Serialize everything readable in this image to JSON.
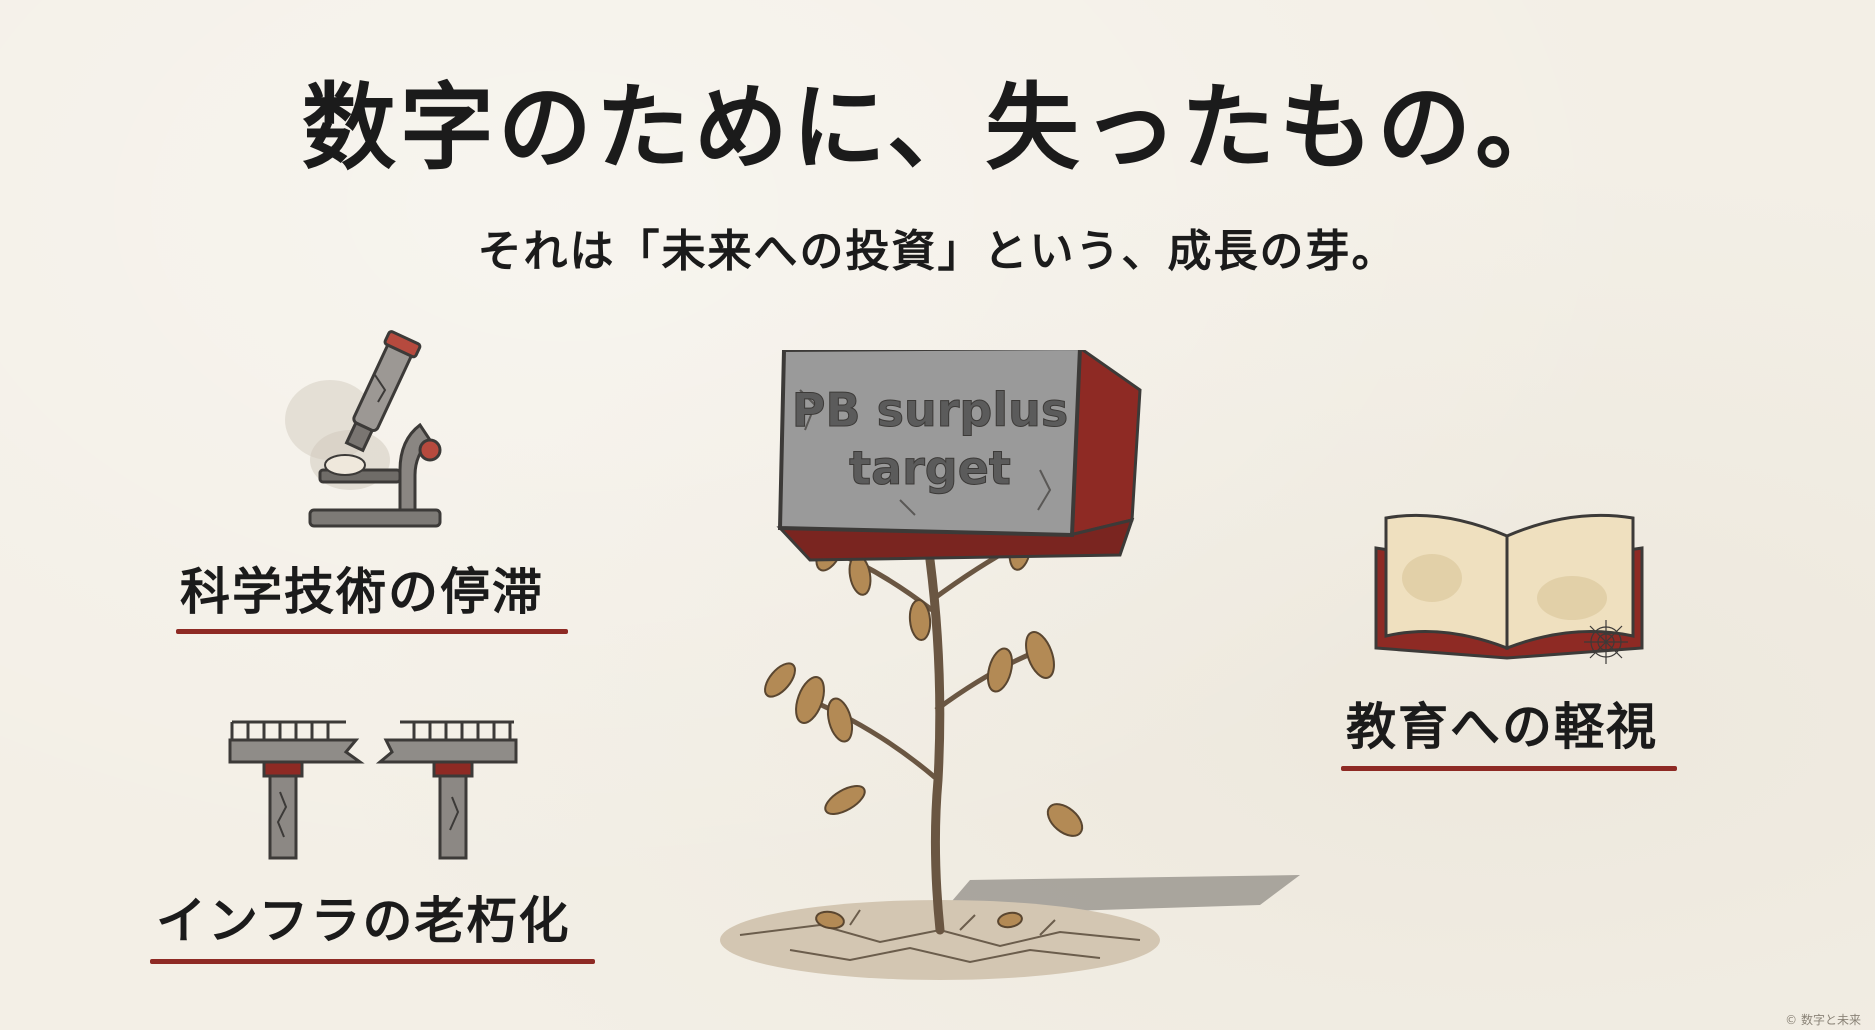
{
  "title": "数字のために、失ったもの。",
  "subtitle": "それは「未来への投資」という、成長の芽。",
  "block_text": {
    "line1": "PB surplus",
    "line2": "target"
  },
  "labels": {
    "science": "科学技術の停滞",
    "infrastructure": "インフラの老朽化",
    "education": "教育への軽視"
  },
  "credit": "© 数字と未来",
  "colors": {
    "background": "#f3efe6",
    "text": "#1b1b1b",
    "accent_red": "#8e2a24",
    "stone_gray": "#9a9a9a",
    "leaf_brown": "#b38a55"
  }
}
